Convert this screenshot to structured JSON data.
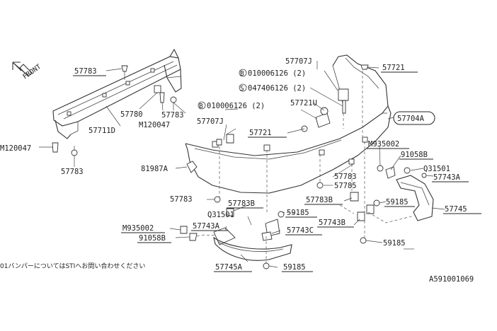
{
  "front_label": "FRONT",
  "reference_code": "A591001069",
  "note": "01バンパーについてはSTIへお問い合わせください",
  "labels": {
    "p57783_a": "57783",
    "p57780": "57780",
    "p57783_b": "57783",
    "p57711D": "57711D",
    "pM120047_a": "M120047",
    "pM120047_b": "M120047",
    "p57783_c": "57783",
    "p57707J_a": "57707J",
    "p010006126_a": "010006126 (2)",
    "p010006126_b": "010006126 (2)",
    "p047406126": "047406126 (2)",
    "p57721U": "57721U",
    "p57707J_b": "57707J",
    "p57721_a": "57721",
    "p57721_b": "57721",
    "p57704A": "57704A",
    "pM935002_a": "M935002",
    "p91058B_a": "91058B",
    "p81987A": "81987A",
    "pQ31501_a": "Q31501",
    "p57743A_a": "57743A",
    "p57783_d": "57783",
    "p57785": "57785",
    "p57783_e": "57783",
    "p57783B_a": "57783B",
    "p59185_a": "59185",
    "p57745": "57745",
    "p57783B_b": "57783B",
    "p59185_b": "59185",
    "pQ31501_b": "Q31501",
    "p57743B": "57743B",
    "pM935002_b": "M935002",
    "p57743A_b": "57743A",
    "p57743C": "57743C",
    "p91058B_b": "91058B",
    "p59185_c": "59185",
    "p57745A": "57745A",
    "p59185_d": "59185"
  },
  "circled_prefix": {
    "b": "B",
    "s": "S"
  }
}
